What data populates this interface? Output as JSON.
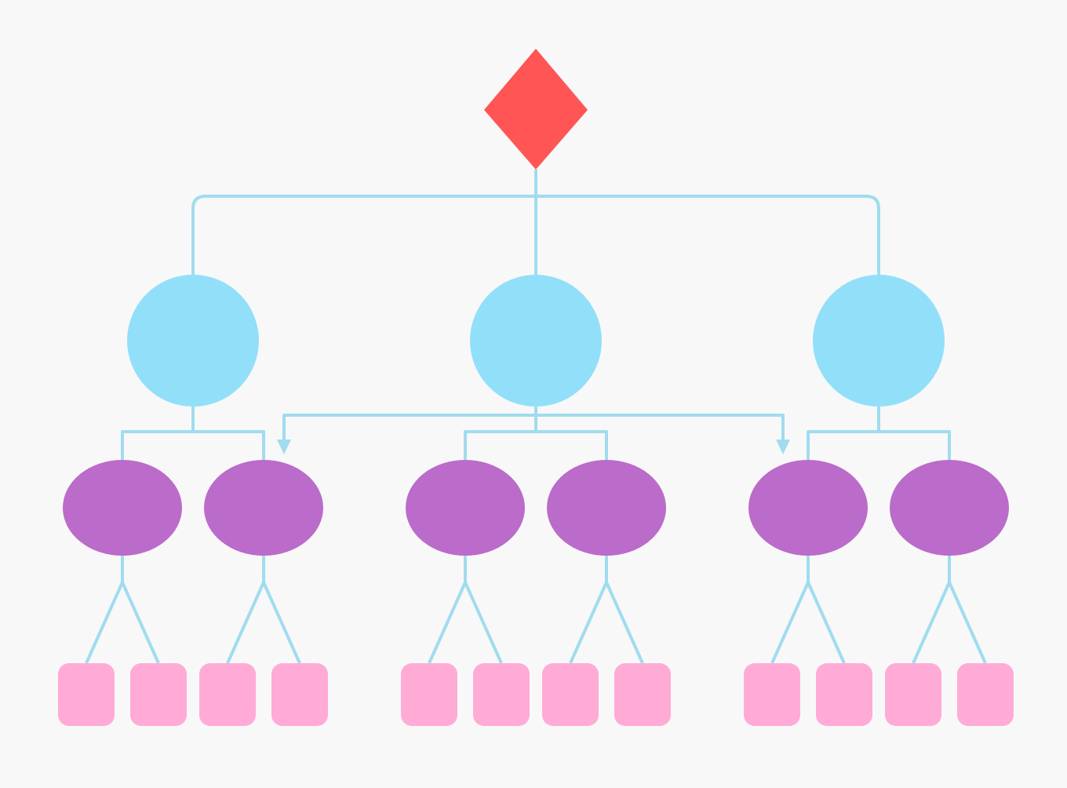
{
  "colors": {
    "background": "#f8f8f8",
    "root": "#ff5555",
    "level1": "#92dff9",
    "level2": "#bb6bc9",
    "leaf": "#ffabd6",
    "connector": "#a0dcef"
  },
  "tree": {
    "root_shape": "diamond",
    "level1_shape": "circle",
    "level2_shape": "ellipse",
    "leaf_shape": "rounded-square",
    "level1_count": 3,
    "level2_per_parent": 2,
    "leaves_per_parent": 2,
    "cross_links": 2
  }
}
